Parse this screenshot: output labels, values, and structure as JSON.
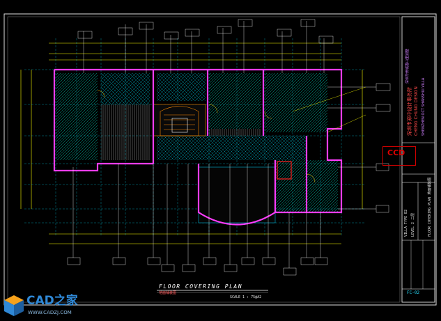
{
  "drawing": {
    "title": "FLOOR COVERING PLAN",
    "title_cn": "地面铺装图",
    "scale": "SCALE 1 : 75@A2",
    "sheet_number": "FC-02"
  },
  "title_block": {
    "company_logo": "CCD",
    "company_name_cn": "深圳市郑中设计事务所",
    "company_name_en": "CHENG CHUNG DESIGN",
    "project_name_cn": "深圳华侨城香山里别墅",
    "project_name_en": "SHENZHEN OCT SHANSHUI VILLA",
    "drawing_type": "FLOOR COVERING PLAN 地面铺装图",
    "unit_type": "VILLA TYPE B2",
    "level": "LEVEL 2 二层"
  },
  "watermark": {
    "brand": "CAD之家",
    "url": "WWW.CADZJ.COM"
  },
  "colors": {
    "background": "#000000",
    "walls": "#ff3cff",
    "dims": "#ffff00",
    "grid_axis": "#00ffff",
    "hatch": "#00b3a0",
    "notes": "#ffffff",
    "accent_red": "#ff0000"
  }
}
